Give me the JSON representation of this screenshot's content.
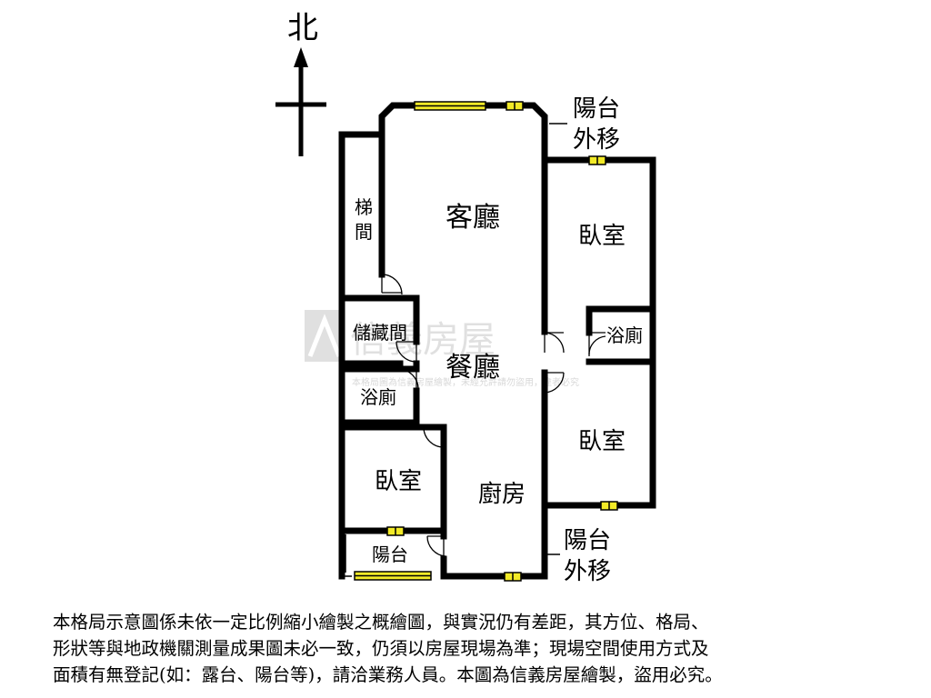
{
  "compass": {
    "north_label": "北"
  },
  "rooms": {
    "living_room": "客廳",
    "dining_room": "餐廳",
    "kitchen": "廚房",
    "stairwell_1": "梯",
    "stairwell_2": "間",
    "storage": "儲藏間",
    "bathroom_west": "浴廁",
    "bathroom_east": "浴廁",
    "bedroom_ne": "臥室",
    "bedroom_e": "臥室",
    "bedroom_sw": "臥室",
    "balcony_sw": "陽台"
  },
  "annotations": {
    "balcony_north_1": "陽台",
    "balcony_north_2": "外移",
    "balcony_south_1": "陽台",
    "balcony_south_2": "外移"
  },
  "watermark": {
    "brand": "信義房屋",
    "notice": "本格局圖為信義房屋繪製，未經允許請勿盜用，違者必究"
  },
  "disclaimer": {
    "line1": "本格局示意圖係未依一定比例縮小繪製之概繪圖，與實況仍有差距，其方位、格局、",
    "line2": "形狀等與地政機關測量成果圖未必一致，仍須以房屋現場為準；現場空間使用方式及",
    "line3": "面積有無登記(如：露台、陽台等)，請洽業務人員。本圖為信義房屋繪製，盜用必究。"
  },
  "colors": {
    "wall": "#000000",
    "window": "#f2ea27",
    "watermark": "#c8c8c8"
  }
}
